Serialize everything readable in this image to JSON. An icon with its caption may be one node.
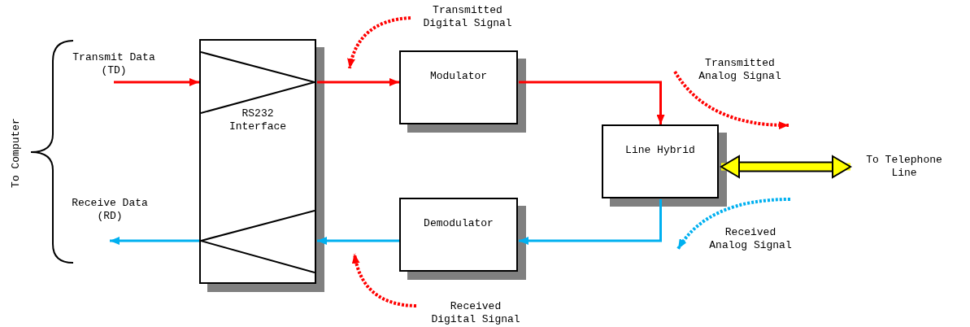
{
  "diagram": {
    "nodes": [
      {
        "text": [
          "Transmit Data (TD)"
        ]
      },
      {
        "text": [
          "Receive Data (RD)"
        ]
      },
      {
        "text": [
          "RS232 Interface"
        ]
      },
      {
        "text": [
          "Modulator"
        ]
      },
      {
        "text": [
          "Demodulator"
        ]
      },
      {
        "text": [
          "Line Hybrid"
        ]
      },
      {
        "text": [
          "To Telephone Line"
        ]
      }
    ],
    "edges": [
      {
        "from": 0,
        "to": 2,
        "arrow": "to",
        "color": "#ff0000"
      },
      {
        "from": 2,
        "to": 3,
        "arrow": "to",
        "color": "#ff0000"
      },
      {
        "from": 3,
        "to": 5,
        "arrow": "to",
        "color": "#ff0000"
      },
      {
        "from": 5,
        "to": 4,
        "arrow": "to",
        "color": "#00b0f0"
      },
      {
        "from": 4,
        "to": 2,
        "arrow": "to",
        "color": "#00b0f0"
      },
      {
        "from": 2,
        "to": 1,
        "arrow": "to",
        "color": "#00b0f0"
      },
      {
        "from": 5,
        "to": 6,
        "arrow": "both",
        "style": "thick",
        "color": "#ffff00"
      }
    ],
    "labels": [
      "Transmitted Digital Signal",
      "Transmitted Analog Signal",
      "To Computer",
      "Received Analog Signal",
      "Received Digital Signal"
    ]
  }
}
